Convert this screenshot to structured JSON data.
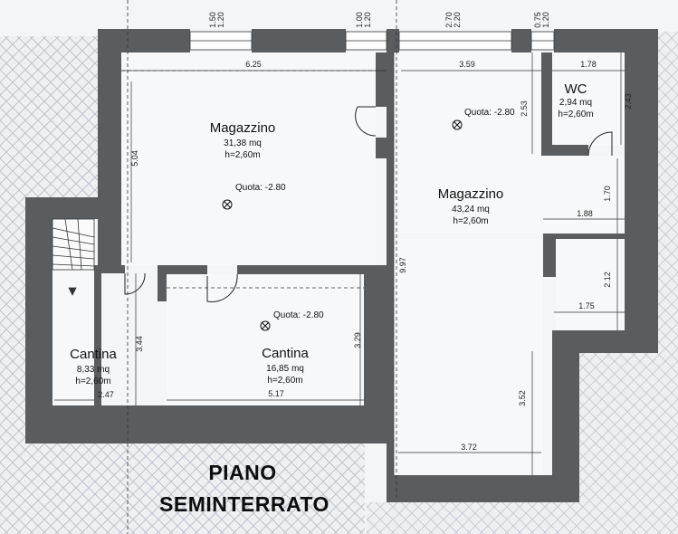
{
  "title": {
    "line1": "PIANO",
    "line2": "SEMINTERRATO"
  },
  "rooms": [
    {
      "name": "Magazzino",
      "area": "31,38 mq",
      "height": "h=2,60m",
      "quota": "Quota: -2.80"
    },
    {
      "name": "Cantina",
      "area": "16,85 mq",
      "height": "h=2,60m",
      "quota": "Quota: -2.80"
    },
    {
      "name": "Cantina",
      "area": "8,33 mq",
      "height": "h=2,60m"
    },
    {
      "name": "Magazzino",
      "area": "43,24 mq",
      "height": "h=2,60m",
      "quota": "Quota: -2.80"
    },
    {
      "name": "WC",
      "area": "2,94 mq",
      "height": "h=2,60m"
    }
  ],
  "dimensions": {
    "d625": "6.25",
    "d504": "5.04",
    "d359": "3.59",
    "d178": "1.78",
    "d253": "2.53",
    "d243": "2.43",
    "d170": "1.70",
    "d188": "1.88",
    "d212": "2.12",
    "d175": "1.75",
    "d997": "9.97",
    "d329": "3.29",
    "d517": "5.17",
    "d344": "3.44",
    "d247": "2.47",
    "d352": "3.52",
    "d372": "3.72"
  },
  "windows": [
    {
      "top": "1.50",
      "bottom": "1.20"
    },
    {
      "top": "1.00",
      "bottom": "1.20"
    },
    {
      "top": "2.70",
      "bottom": "2.20"
    },
    {
      "top": "0.75",
      "bottom": "1.20"
    }
  ],
  "colors": {
    "wall": "#5a5d60",
    "hatch": "#b9bec4",
    "background": "#f4f5f7"
  }
}
